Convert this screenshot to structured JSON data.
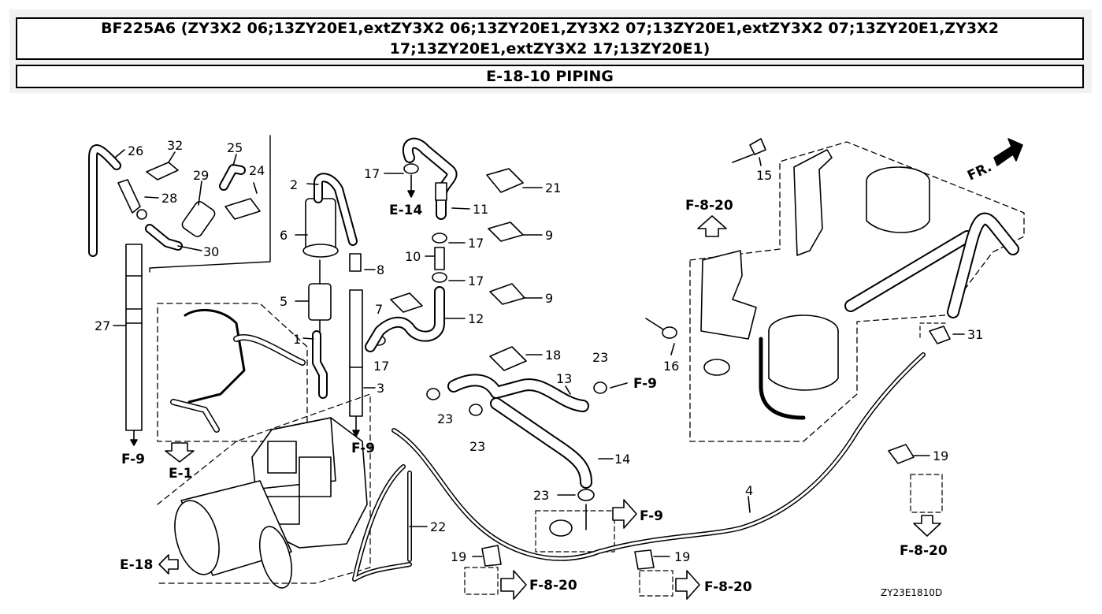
{
  "header": {
    "model_title": "BF225A6 (ZY3X2 06;13ZY20E1,extZY3X2 06;13ZY20E1,ZY3X2 07;13ZY20E1,extZY3X2 07;13ZY20E1,ZY3X2 17;13ZY20E1,extZY3X2 17;13ZY20E1)",
    "section_title": "E-18-10 PIPING"
  },
  "diagram": {
    "part_numbers": {
      "p1": "1",
      "p2": "2",
      "p3": "3",
      "p4": "4",
      "p5": "5",
      "p6": "6",
      "p7": "7",
      "p8": "8",
      "p9a": "9",
      "p9b": "9",
      "p10": "10",
      "p11": "11",
      "p12": "12",
      "p13": "13",
      "p14": "14",
      "p15": "15",
      "p16": "16",
      "p17a": "17",
      "p17b": "17",
      "p17c": "17",
      "p17d": "17",
      "p18": "18",
      "p19a": "19",
      "p19b": "19",
      "p19c": "19",
      "p21": "21",
      "p22": "22",
      "p23a": "23",
      "p23b": "23",
      "p23c": "23",
      "p23d": "23",
      "p24": "24",
      "p25": "25",
      "p26": "26",
      "p27": "27",
      "p28": "28",
      "p29": "29",
      "p30": "30",
      "p31": "31",
      "p32": "32"
    },
    "refs": {
      "e14": "E-14",
      "f820_top": "F-8-20",
      "f9_left": "F-9",
      "f9_mid": "F-9",
      "f9_r23": "F-9",
      "f9_bottom": "F-9",
      "e1": "E-1",
      "e18": "E-18",
      "f820_b1": "F-8-20",
      "f820_b2": "F-8-20",
      "f820_right": "F-8-20",
      "fr": "FR."
    },
    "drawing_code": "ZY23E1810D"
  }
}
